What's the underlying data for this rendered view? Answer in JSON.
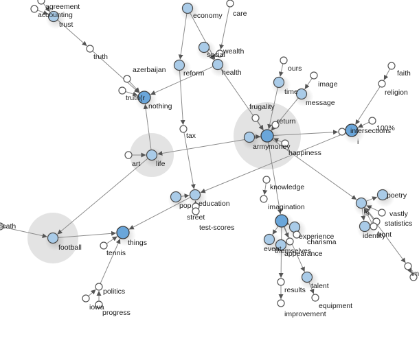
{
  "diagram": {
    "type": "concept-network",
    "nodes": [
      {
        "id": "agreement",
        "label": "agreement",
        "style": "hollow"
      },
      {
        "id": "accounting",
        "label": "accounting",
        "style": "hollow"
      },
      {
        "id": "trust",
        "label": "trust",
        "style": "filled"
      },
      {
        "id": "truth",
        "label": "truth",
        "style": "hollow"
      },
      {
        "id": "economy",
        "label": "economy",
        "style": "filled"
      },
      {
        "id": "care",
        "label": "care",
        "style": "hollow"
      },
      {
        "id": "social",
        "label": "social",
        "style": "filled"
      },
      {
        "id": "wealth",
        "label": "wealth",
        "style": "hollow"
      },
      {
        "id": "reform",
        "label": "reform",
        "style": "filled"
      },
      {
        "id": "health",
        "label": "health",
        "style": "filled"
      },
      {
        "id": "azerbaijan",
        "label": "azerbaijan",
        "style": "hollow"
      },
      {
        "id": "truthr",
        "label": "truth(r",
        "style": "hollow"
      },
      {
        "id": "nothing",
        "label": "nothing",
        "style": "big"
      },
      {
        "id": "tax",
        "label": "tax",
        "style": "hollow"
      },
      {
        "id": "art",
        "label": "art",
        "style": "hollow"
      },
      {
        "id": "life",
        "label": "life",
        "style": "filled",
        "halo": true
      },
      {
        "id": "ours",
        "label": "ours",
        "style": "hollow"
      },
      {
        "id": "time",
        "label": "time",
        "style": "filled"
      },
      {
        "id": "image",
        "label": "image",
        "style": "hollow"
      },
      {
        "id": "message",
        "label": "message",
        "style": "filled"
      },
      {
        "id": "frugality",
        "label": "frugality",
        "style": "hollow"
      },
      {
        "id": "return",
        "label": "return",
        "style": "hollow"
      },
      {
        "id": "army",
        "label": "army",
        "style": "filled"
      },
      {
        "id": "money",
        "label": "money",
        "style": "big",
        "halo": true
      },
      {
        "id": "intersections",
        "label": "intersections",
        "style": "hollow"
      },
      {
        "id": "happiness",
        "label": "happiness",
        "style": "hollow"
      },
      {
        "id": "faith",
        "label": "faith",
        "style": "hollow"
      },
      {
        "id": "religion",
        "label": "religion",
        "style": "hollow"
      },
      {
        "id": "100pct",
        "label": "100%",
        "style": "hollow"
      },
      {
        "id": "i",
        "label": "i",
        "style": "big"
      },
      {
        "id": "knowledge",
        "label": "knowledge",
        "style": "hollow"
      },
      {
        "id": "kn2",
        "label": "",
        "style": "hollow"
      },
      {
        "id": "pop",
        "label": "pop",
        "style": "filled"
      },
      {
        "id": "education",
        "label": "education",
        "style": "filled"
      },
      {
        "id": "street",
        "label": "street",
        "style": "hollow"
      },
      {
        "id": "testscores",
        "label": "test-scores",
        "style": "hollow"
      },
      {
        "id": "imagination",
        "label": "imagination",
        "style": "big"
      },
      {
        "id": "experience",
        "label": "experience",
        "style": "filled"
      },
      {
        "id": "charisma",
        "label": "charisma",
        "style": "hollow"
      },
      {
        "id": "event",
        "label": "event",
        "style": "filled"
      },
      {
        "id": "themselves",
        "label": "themselves",
        "style": "hollow"
      },
      {
        "id": "appearance",
        "label": "appearance",
        "style": "filled"
      },
      {
        "id": "results",
        "label": "results",
        "style": "hollow"
      },
      {
        "id": "talent",
        "label": "talent",
        "style": "filled"
      },
      {
        "id": "improvement",
        "label": "improvement",
        "style": "hollow"
      },
      {
        "id": "equipment",
        "label": "equipment",
        "style": "hollow"
      },
      {
        "id": "is",
        "label": "is",
        "style": "filled"
      },
      {
        "id": "poetry",
        "label": "poetry",
        "style": "filled"
      },
      {
        "id": "vastly",
        "label": "vastly",
        "style": "hollow"
      },
      {
        "id": "statistics",
        "label": "statistics",
        "style": "hollow"
      },
      {
        "id": "identity",
        "label": "identity",
        "style": "filled"
      },
      {
        "id": "front",
        "label": "front",
        "style": "hollow"
      },
      {
        "id": "im",
        "label": "im",
        "style": "hollow"
      },
      {
        "id": "m2",
        "label": "",
        "style": "hollow"
      },
      {
        "id": "death",
        "label": "death",
        "style": "hollow"
      },
      {
        "id": "football",
        "label": "football",
        "style": "filled",
        "halo": true
      },
      {
        "id": "things",
        "label": "things",
        "style": "big"
      },
      {
        "id": "tennis",
        "label": "tennis",
        "style": "hollow"
      },
      {
        "id": "politics",
        "label": "politics",
        "style": "hollow"
      },
      {
        "id": "iowa",
        "label": "iowa",
        "style": "hollow"
      },
      {
        "id": "progress",
        "label": "progress",
        "style": "hollow"
      }
    ],
    "edges": [
      [
        "agreement",
        "trust"
      ],
      [
        "accounting",
        "trust"
      ],
      [
        "trust",
        "truth"
      ],
      [
        "truth",
        "nothing"
      ],
      [
        "economy",
        "reform"
      ],
      [
        "economy",
        "health"
      ],
      [
        "care",
        "wealth"
      ],
      [
        "social",
        "health"
      ],
      [
        "reform",
        "tax"
      ],
      [
        "health",
        "nothing"
      ],
      [
        "health",
        "money"
      ],
      [
        "azerbaijan",
        "nothing"
      ],
      [
        "truthr",
        "nothing"
      ],
      [
        "life",
        "nothing"
      ],
      [
        "art",
        "life"
      ],
      [
        "money",
        "life"
      ],
      [
        "tax",
        "education"
      ],
      [
        "ours",
        "time"
      ],
      [
        "time",
        "money"
      ],
      [
        "image",
        "message"
      ],
      [
        "message",
        "money"
      ],
      [
        "frugality",
        "money"
      ],
      [
        "return",
        "money"
      ],
      [
        "army",
        "money"
      ],
      [
        "money",
        "intersections"
      ],
      [
        "happiness",
        "money"
      ],
      [
        "intersections",
        "i"
      ],
      [
        "faith",
        "religion"
      ],
      [
        "religion",
        "i"
      ],
      [
        "100pct",
        "i"
      ],
      [
        "i",
        "education"
      ],
      [
        "money",
        "is"
      ],
      [
        "money",
        "imagination"
      ],
      [
        "knowledge",
        "kn2"
      ],
      [
        "pop",
        "education"
      ],
      [
        "street",
        "education"
      ],
      [
        "education",
        "things"
      ],
      [
        "imagination",
        "experience"
      ],
      [
        "imagination",
        "event"
      ],
      [
        "imagination",
        "results"
      ],
      [
        "imagination",
        "talent"
      ],
      [
        "imagination",
        "themselves"
      ],
      [
        "results",
        "improvement"
      ],
      [
        "talent",
        "equipment"
      ],
      [
        "is",
        "poetry"
      ],
      [
        "is",
        "identity"
      ],
      [
        "vastly",
        "is"
      ],
      [
        "statistics",
        "is"
      ],
      [
        "front",
        "is"
      ],
      [
        "is",
        "im"
      ],
      [
        "im",
        "m2"
      ],
      [
        "death",
        "football"
      ],
      [
        "life",
        "football"
      ],
      [
        "football",
        "things"
      ],
      [
        "tennis",
        "things"
      ],
      [
        "politics",
        "things"
      ],
      [
        "iowa",
        "politics"
      ],
      [
        "progress",
        "politics"
      ]
    ]
  }
}
